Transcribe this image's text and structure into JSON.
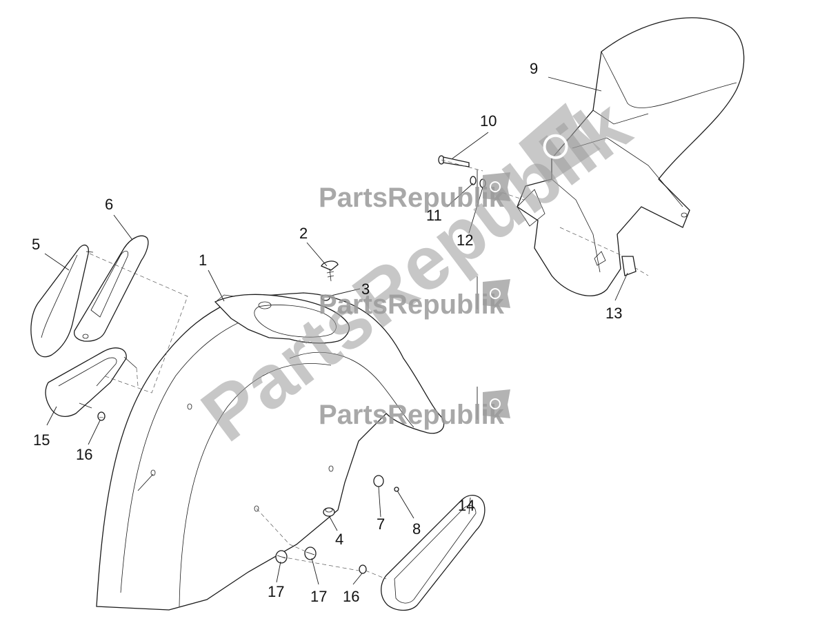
{
  "watermark": {
    "text": "PartsRepublik"
  },
  "callouts": [
    {
      "key": "c1",
      "label": "1"
    },
    {
      "key": "c2",
      "label": "2"
    },
    {
      "key": "c3",
      "label": "3"
    },
    {
      "key": "c4",
      "label": "4"
    },
    {
      "key": "c5",
      "label": "5"
    },
    {
      "key": "c6",
      "label": "6"
    },
    {
      "key": "c7",
      "label": "7"
    },
    {
      "key": "c8",
      "label": "8"
    },
    {
      "key": "c9",
      "label": "9"
    },
    {
      "key": "c10",
      "label": "10"
    },
    {
      "key": "c11",
      "label": "11"
    },
    {
      "key": "c12",
      "label": "12"
    },
    {
      "key": "c13",
      "label": "13"
    },
    {
      "key": "c14",
      "label": "14"
    },
    {
      "key": "c15",
      "label": "15"
    },
    {
      "key": "c16a",
      "label": "16"
    },
    {
      "key": "c16b",
      "label": "16"
    },
    {
      "key": "c17a",
      "label": "17"
    },
    {
      "key": "c17b",
      "label": "17"
    }
  ]
}
